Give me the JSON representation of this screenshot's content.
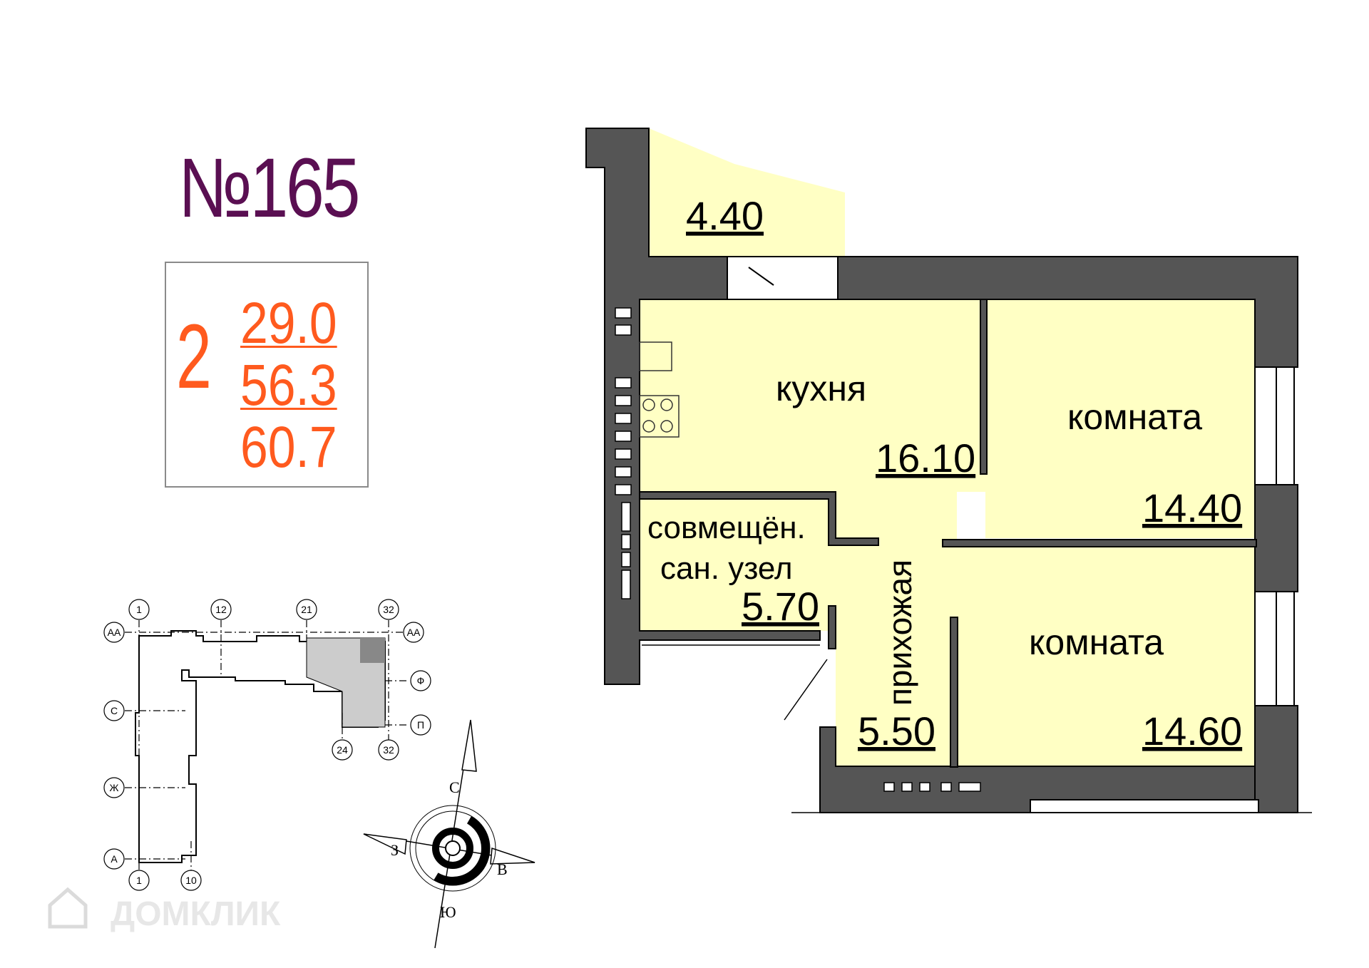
{
  "apartment": {
    "title": "№165",
    "rooms_count": "2",
    "living_area": "29.0",
    "total_area": "56.3",
    "area_with_balcony": "60.7"
  },
  "rooms": [
    {
      "id": "balcony",
      "label": "",
      "area": "4.40"
    },
    {
      "id": "kitchen",
      "label": "кухня",
      "area": "16.10"
    },
    {
      "id": "room1",
      "label": "комната",
      "area": "14.40"
    },
    {
      "id": "bathroom",
      "label_line1": "совмещён.",
      "label_line2": "сан. узел",
      "area": "5.70"
    },
    {
      "id": "hallway",
      "label": "прихожая",
      "area": "5.50"
    },
    {
      "id": "room2",
      "label": "комната",
      "area": "14.60"
    }
  ],
  "key_plan": {
    "top_axes": [
      "1",
      "12",
      "21",
      "32"
    ],
    "bottom_axes": [
      "1",
      "10",
      "24",
      "32"
    ],
    "left_axes": [
      "АА",
      "С",
      "Ж",
      "А"
    ],
    "right_axes": [
      "АА",
      "Ф",
      "П"
    ]
  },
  "compass": {
    "north": "С",
    "south": "Ю",
    "east": "В",
    "west": "З"
  },
  "watermark": "ДОМКЛИК",
  "colors": {
    "wall": "#555555",
    "room_fill": "#ffffc4",
    "accent": "#ff5a1e",
    "title": "#5a0f52"
  }
}
